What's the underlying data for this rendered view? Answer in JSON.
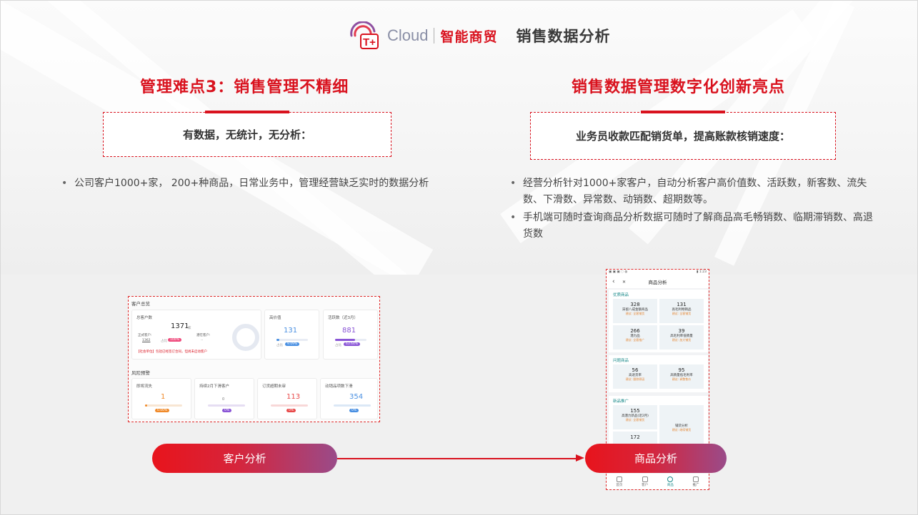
{
  "header": {
    "logo_text": "T+",
    "cloud_text": "Cloud",
    "brand": "智能商贸",
    "title": "销售数据分析"
  },
  "left": {
    "title": "管理难点3：销售管理不精细",
    "box_text": "有数据，无统计，无分析：",
    "bullets": [
      "公司客户1000+家， 200+种商品，日常业务中，管理经营缺乏实时的数据分析"
    ]
  },
  "right": {
    "title": "销售数据管理数字化创新亮点",
    "box_text": "业务员收款匹配销货单，提高账款核销速度：",
    "bullets": [
      "经营分析针对1000+家客户，自动分析客户高价值数、活跃数，新客数、流失数、下滑数、异常数、动销数、超期数等。",
      "手机端可随时查询商品分析数据可随时了解商品高毛畅销数、临期滞销数、高退货数"
    ]
  },
  "dashboard": {
    "section_overview": "客户总览",
    "total_label": "总客户数",
    "total_value": "1371",
    "unit": "家",
    "formal_label": "正式客户:",
    "formal_value": "1362",
    "formal_pct": "100%",
    "potential_label": "潜在客户:",
    "potential_value": "--",
    "share_label": "占比",
    "note": "【社会单位】包括已经签订合同，但尚未启动客户",
    "high_value_label": "高价值",
    "high_value": "131",
    "high_value_pct": "9.09%",
    "active_label": "活跃数（近3月）",
    "active_value": "881",
    "active_pct": "63.64%",
    "section_risk": "风险预警",
    "churn_label": "即将流失",
    "churn_value": "1",
    "churn_pct": "0.00%",
    "decline_label": "持续2月下滑客户",
    "decline_value": "0",
    "decline_pct": "0%",
    "overdue_label": "订货超期未审",
    "overdue_value": "113",
    "overdue_pct": "0%",
    "sales_drop_label": "动销品项数下滑",
    "sales_drop_value": "354",
    "sales_drop_pct": "0%"
  },
  "phone": {
    "status_left": "▣ ▣ ▣ ◌ ◍",
    "status_right": "▮ 1:23",
    "nav_title": "商品分析",
    "back": "‹",
    "close": "✕",
    "group1": "优质商品",
    "group1_tiles": [
      {
        "n": "328",
        "d": "滞留八成金额商品",
        "h": "建议: 全客铺货"
      },
      {
        "n": "131",
        "d": "高毛利畅销品",
        "h": "建议: 全客铺货"
      },
      {
        "n": "266",
        "d": "潜力品",
        "h": "建议: 全客推广"
      },
      {
        "n": "39",
        "d": "高毛利率低销量",
        "h": "建议: 加大铺货"
      }
    ],
    "group2": "问题商品",
    "group2_tiles": [
      {
        "n": "56",
        "d": "高退货率",
        "h": "建议: 跟踪原因"
      },
      {
        "n": "95",
        "d": "高销量低毛利率",
        "h": "建议: 调整售价"
      }
    ],
    "group3": "新品推广",
    "group3_tiles": [
      {
        "n": "155",
        "d": "高潜力新品(近2月)",
        "h": "建议: 全客铺货"
      },
      {
        "n": "172",
        "d": "",
        "h": ""
      }
    ],
    "side_tile": {
      "d": "铺货分析",
      "h": "建议: 继续铺货"
    },
    "tabs": [
      "首页",
      "客户",
      "商品",
      "推广"
    ]
  },
  "buttons": {
    "customer": "客户分析",
    "product": "商品分析"
  },
  "colors": {
    "brand_red": "#d9121e",
    "blue": "#4a90e2",
    "purple": "#8a55d6",
    "orange": "#f08a2a"
  }
}
